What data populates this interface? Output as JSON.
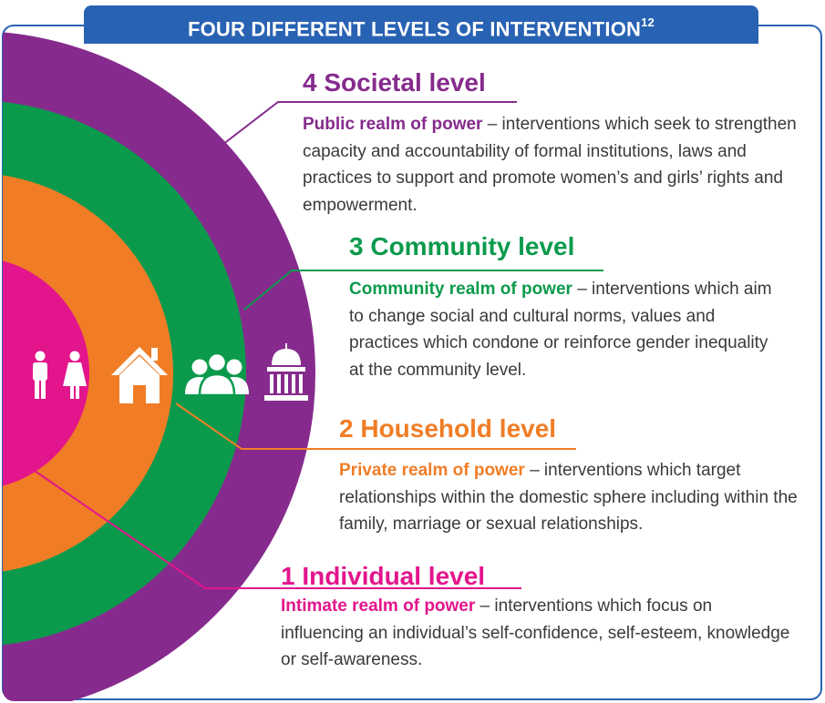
{
  "title": "FOUR DIFFERENT LEVELS OF INTERVENTION",
  "title_footnote": "12",
  "colors": {
    "societal": "#862b8d",
    "community": "#0b9a4c",
    "household": "#f07d26",
    "individual": "#e3158c",
    "title_bar": "#2862b3",
    "frame": "#2862b3"
  },
  "levels": [
    {
      "number": "4",
      "heading": "4 Societal level",
      "realm": "Public realm of power",
      "description": " – interventions which seek to strengthen capacity and accountability of formal institutions, laws and practices to support and promote women’s and girls’ rights and empowerment.",
      "icon": "government-building-icon"
    },
    {
      "number": "3",
      "heading": "3 Community level",
      "realm": "Community realm of power",
      "description": " – interventions which aim to change social and cultural norms, values and practices which condone or reinforce gender inequality at the community level.",
      "icon": "group-of-people-icon"
    },
    {
      "number": "2",
      "heading": "2 Household level",
      "realm": "Private realm of power",
      "description": " – interventions which target relationships within the domestic sphere including within the family, marriage or sexual relationships.",
      "icon": "house-icon"
    },
    {
      "number": "1",
      "heading": "1 Individual level",
      "realm": "Intimate realm of power",
      "description": " – interventions which focus on influencing an individual’s self-confidence, self-esteem, knowledge or self-awareness.",
      "icon": "man-woman-icon"
    }
  ]
}
